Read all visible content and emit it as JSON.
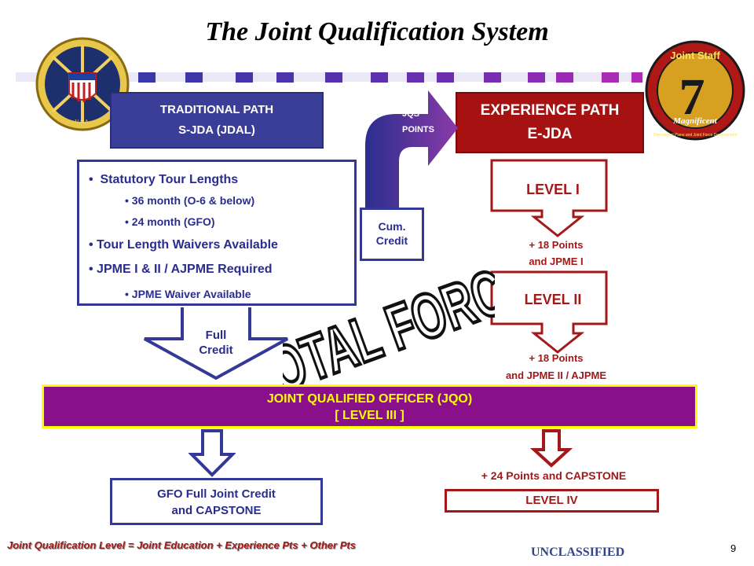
{
  "title": "The Joint Qualification System",
  "colors": {
    "blue": "#343896",
    "red": "#a31818",
    "purple": "#8a0f8a",
    "yellow": "#ffff00"
  },
  "logos": {
    "left_seal_text": "U.S.A.",
    "right_logo_top": "Joint Staff",
    "right_logo_number": "7",
    "right_logo_word": "Magnificent",
    "right_logo_ring": "Operational Plans and Joint Force Development"
  },
  "traditional": {
    "line1": "TRADITIONAL PATH",
    "line2": "S-JDA (JDAL)"
  },
  "experience": {
    "line1": "EXPERIENCE PATH",
    "line2": "E-JDA"
  },
  "trad_bullets": {
    "b1": "Statutory Tour Lengths",
    "b1a": "36 month (O-6 & below)",
    "b1b": "24 month (GFO)",
    "b2": "Tour Length Waivers Available",
    "b3": "JPME I & II / AJPME Required",
    "b3a": "JPME Waiver Available"
  },
  "full_credit": {
    "line1": "Full",
    "line2": "Credit"
  },
  "jqs_points": {
    "line1": "JQS",
    "line2": "POINTS"
  },
  "cum_credit": {
    "line1": "Cum.",
    "line2": "Credit"
  },
  "levels": {
    "l1": "LEVEL I",
    "l2": "LEVEL II",
    "l4": "LEVEL IV"
  },
  "points": {
    "p1a": "+ 18 Points",
    "p1b": "and JPME I",
    "p2a": "+ 18 Points",
    "p2b": "and JPME II / AJPME",
    "p4": "+ 24 Points and CAPSTONE"
  },
  "total_force": "TOTAL FORCE",
  "jqo": {
    "line1": "JOINT QUALIFIED OFFICER (JQO)",
    "line2": "[ LEVEL III ]"
  },
  "gfo": {
    "line1": "GFO Full Joint Credit",
    "line2": "and CAPSTONE"
  },
  "footer": "Joint Qualification Level = Joint Education + Experience Pts + Other Pts",
  "classification": "UNCLASSIFIED",
  "page_number": "9"
}
